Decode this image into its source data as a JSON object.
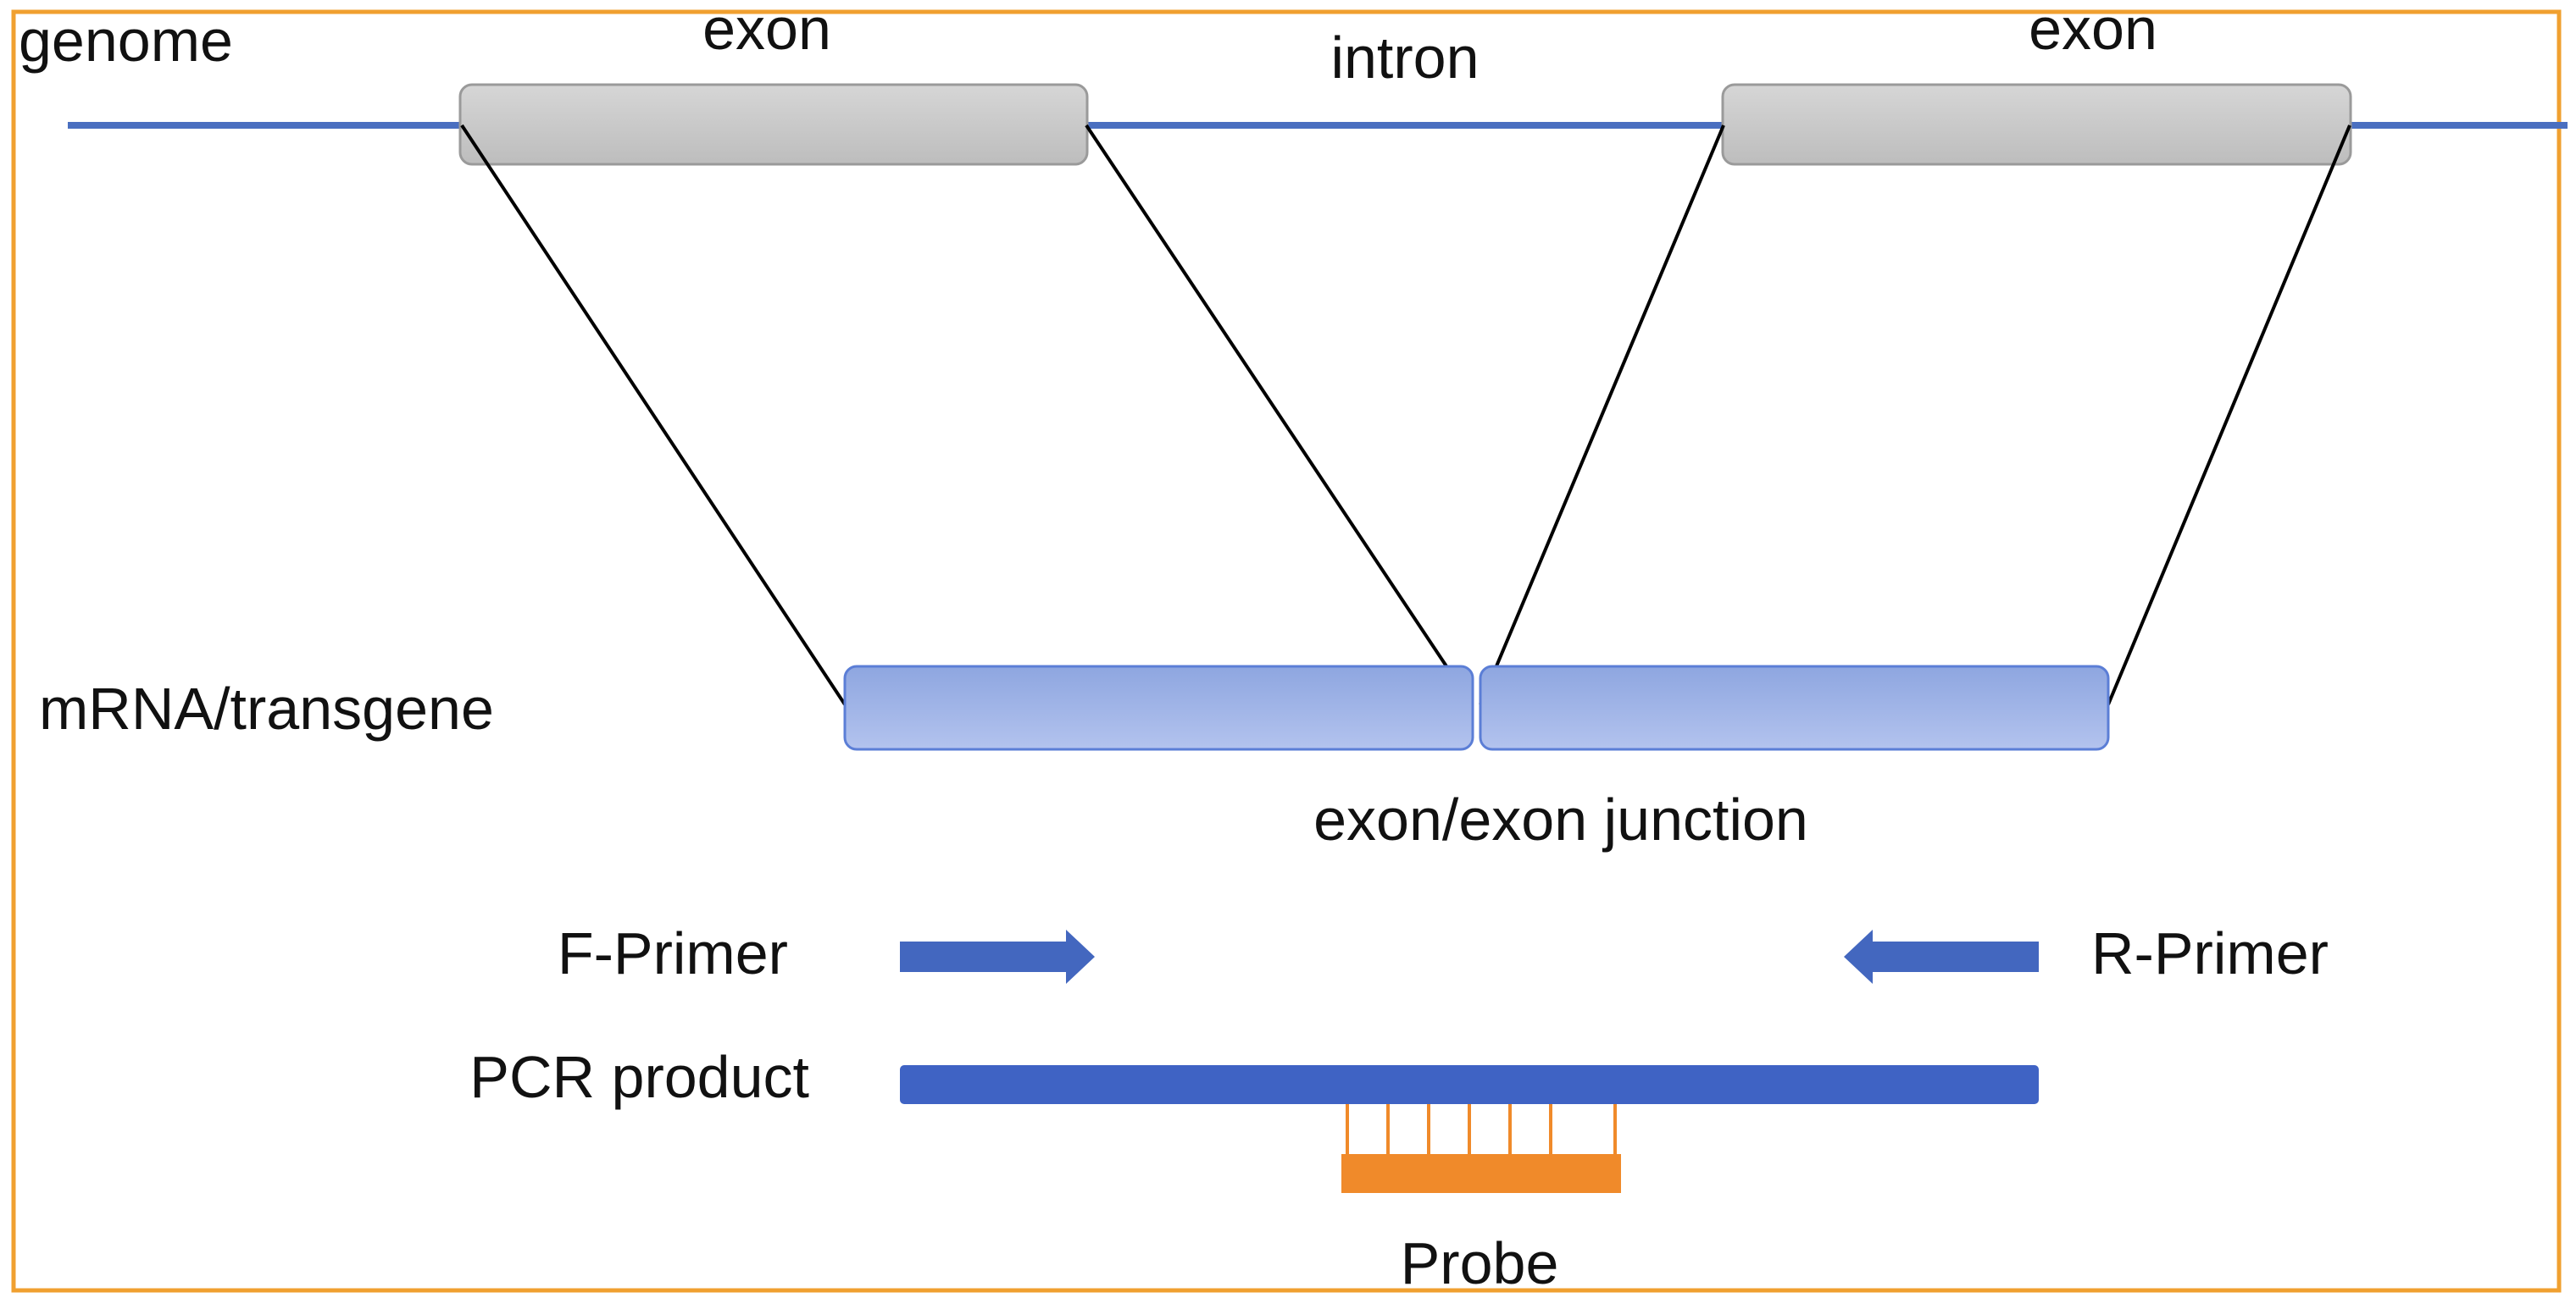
{
  "labels": {
    "genome": "genome",
    "exon_left": "exon",
    "intron": "intron",
    "exon_right": "exon",
    "mrna": "mRNA/transgene",
    "junction": "exon/exon junction",
    "f_primer": "F-Primer",
    "r_primer": "R-Primer",
    "pcr_product": "PCR product",
    "probe": "Probe"
  },
  "colors": {
    "frame": "#f0a030",
    "genome_line": "#4a6fc0",
    "exon_fill": "#c9c9c9",
    "exon_stroke": "#9a9a9a",
    "mrna_fill": "#9bb0e2",
    "mrna_stroke": "#5b7ed6",
    "primer": "#4367bf",
    "pcr_bar": "#3f63c4",
    "probe": "#f08a2a",
    "connector": "#000000"
  }
}
